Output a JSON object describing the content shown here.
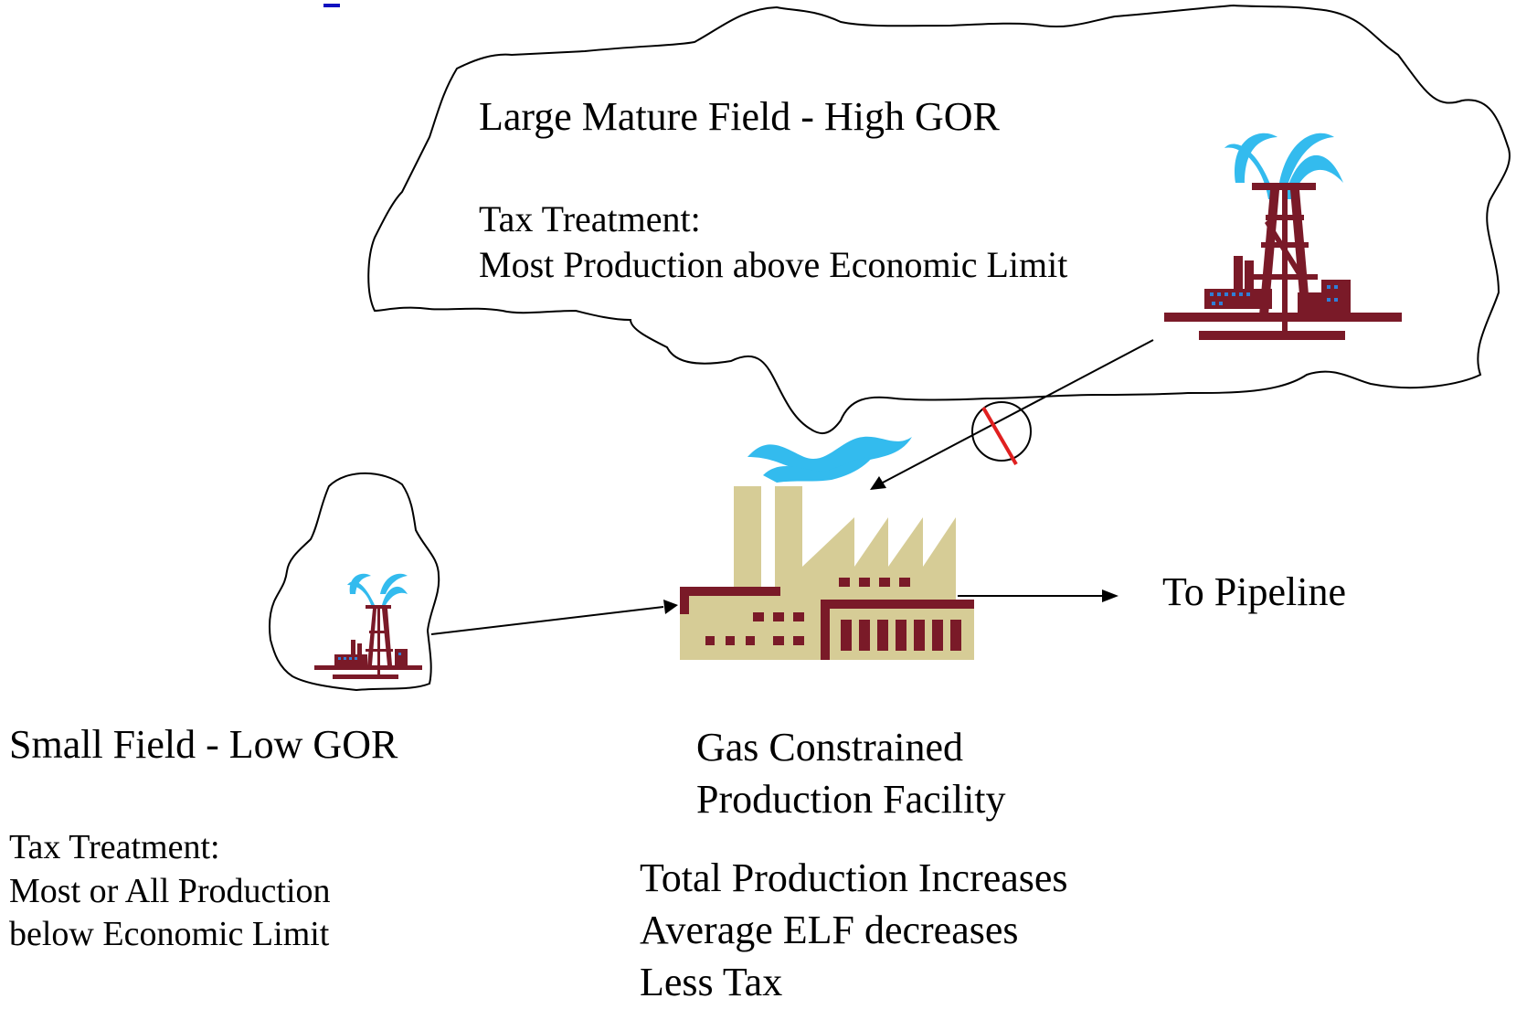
{
  "large_field": {
    "title": "Large Mature Field  -  High GOR",
    "tax_label": "Tax Treatment:",
    "tax_text": "Most Production above Economic Limit"
  },
  "small_field": {
    "title": "Small Field  -  Low GOR",
    "tax_label": "Tax Treatment:",
    "tax_line1": "Most or All Production",
    "tax_line2": "below Economic Limit"
  },
  "facility": {
    "line1": "Gas Constrained",
    "line2": "Production Facility",
    "result1": "Total Production Increases",
    "result2": "Average ELF decreases",
    "result3": "Less Tax"
  },
  "pipeline": {
    "label": "To Pipeline"
  },
  "colors": {
    "rig": "#7a1a28",
    "water": "#33bbee",
    "factory": "#d6cc96",
    "factory_dark": "#7a1a28",
    "window_blue": "#2f7fd8",
    "blocked": "#e02020",
    "link": "#1010c0"
  }
}
